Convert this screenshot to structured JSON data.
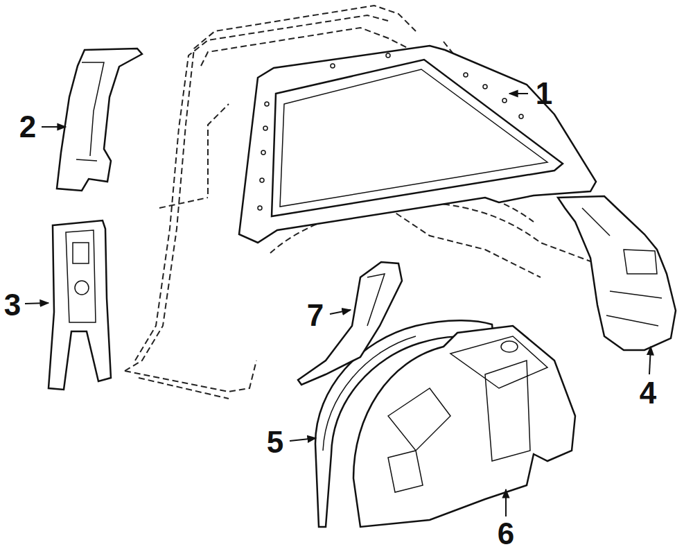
{
  "diagram": {
    "labels": [
      "1",
      "2",
      "3",
      "7",
      "4",
      "5",
      "6"
    ]
  }
}
